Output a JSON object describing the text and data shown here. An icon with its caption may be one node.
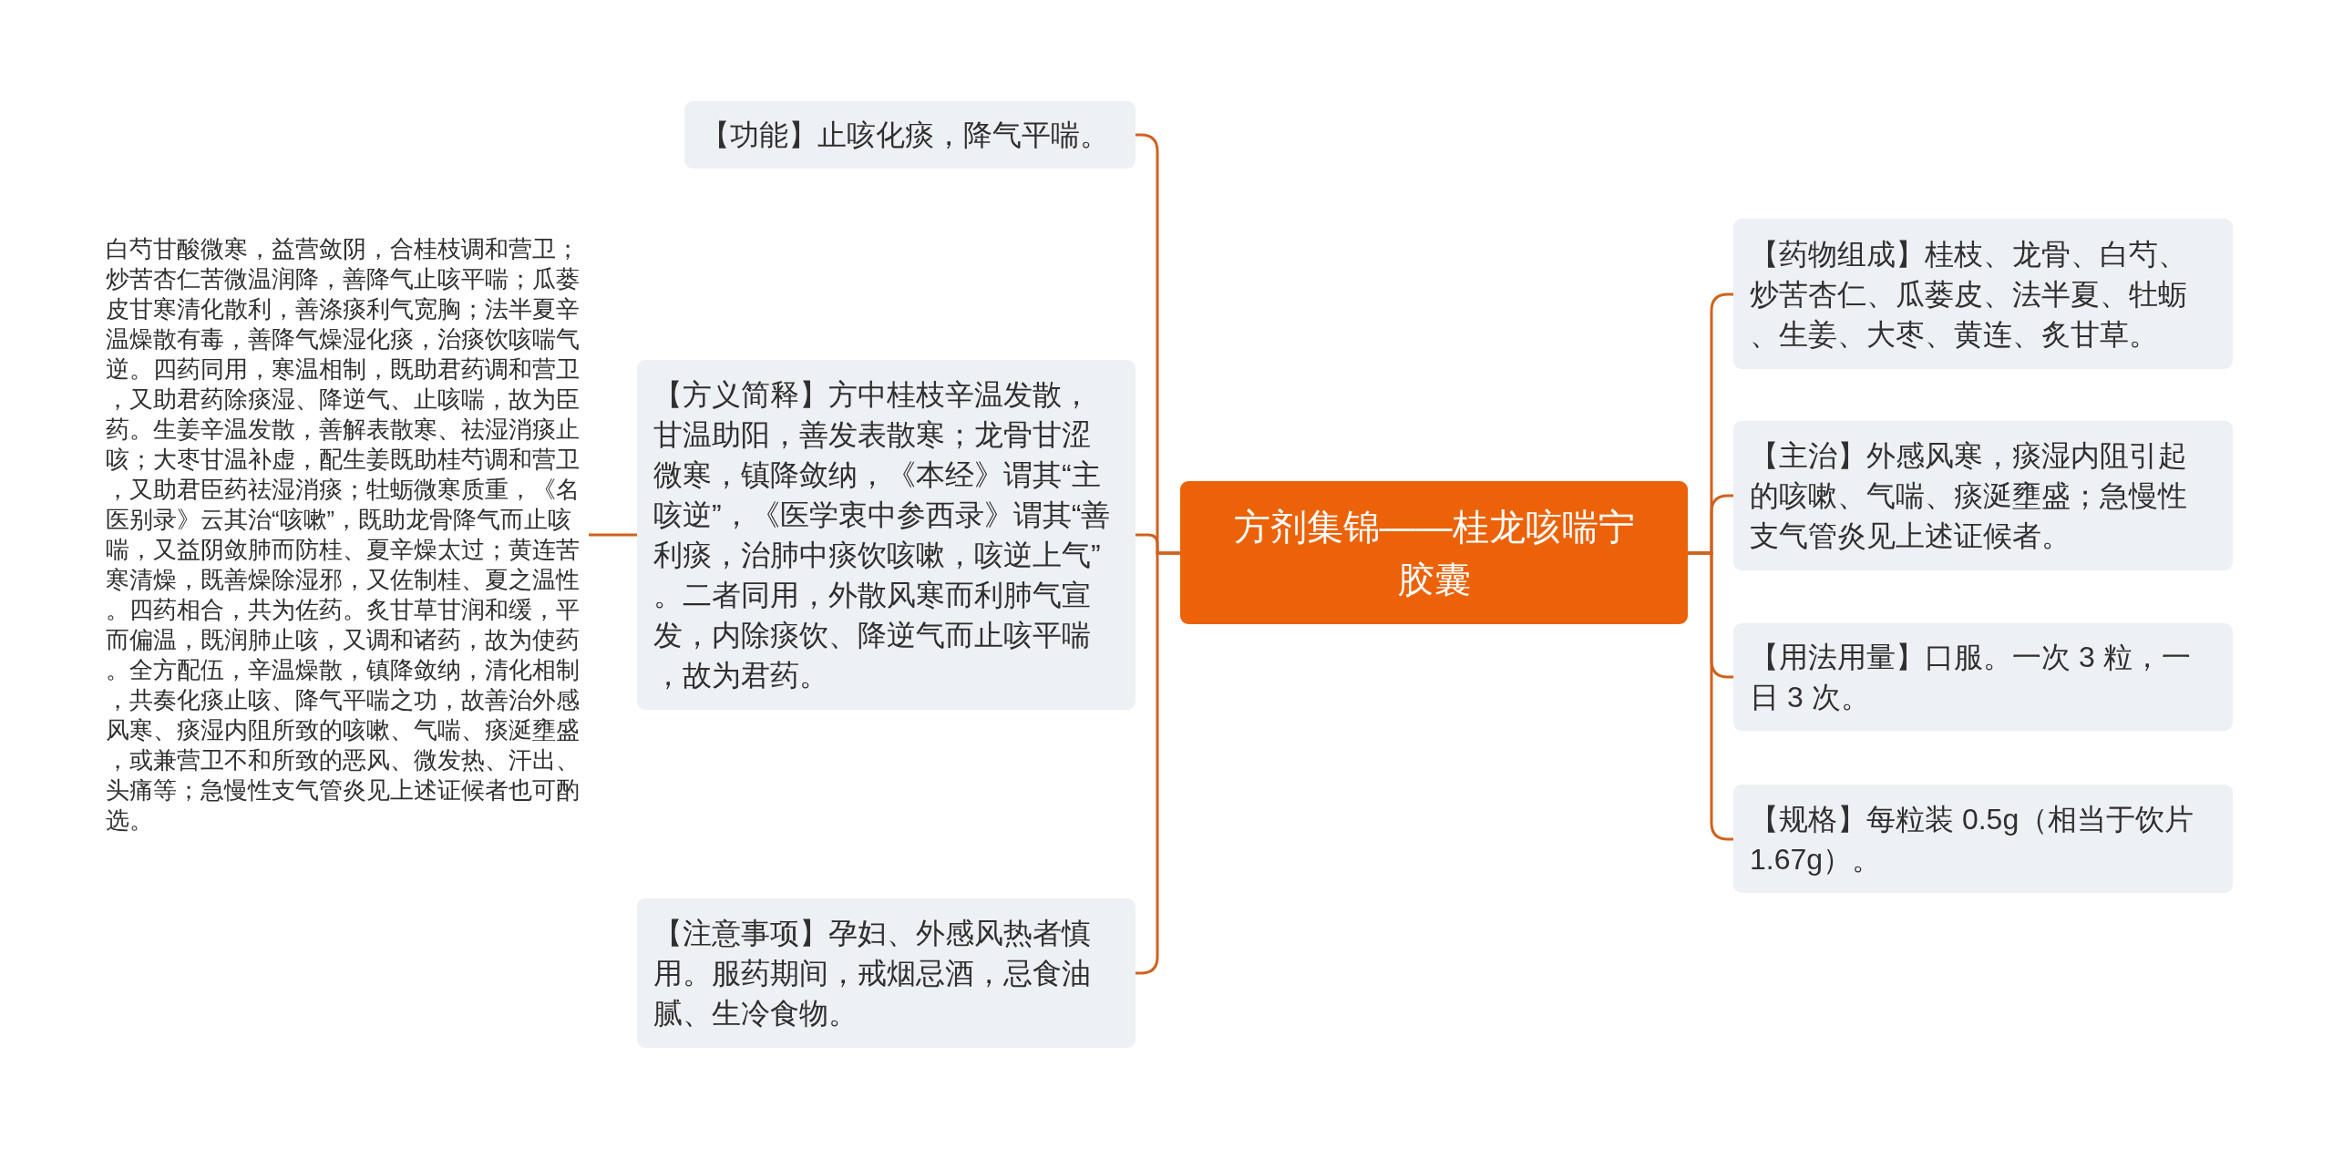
{
  "diagram": {
    "nodes": [
      {
        "text": [
          "方剂集锦——桂龙咳喘宁胶囊"
        ]
      },
      {
        "text": [
          "【功能】止咳化痰，降气平喘。"
        ]
      },
      {
        "text": [
          "【方义简释】方中桂枝辛温发散，甘温助阳，善发表散寒；龙骨甘涩微寒，镇降敛纳，《本经》谓其“主咳逆”，《医学衷中参西录》谓其“善利痰，治肺中痰饮咳嗽，咳逆上气”。二者同用，外散风寒而利肺气宣发，内除痰饮、降逆气而止咳平喘，故为君药。"
        ]
      },
      {
        "text": [
          "白芍甘酸微寒，益营敛阴，合桂枝调和营卫；炒苦杏仁苦微温润降，善降气止咳平喘；瓜蒌皮甘寒清化散利，善涤痰利气宽胸；法半夏辛温燥散有毒，善降气燥湿化痰，治痰饮咳喘气逆。四药同用，寒温相制，既助君药调和营卫，又助君药除痰湿、降逆气、止咳喘，故为臣药。生姜辛温发散，善解表散寒、祛湿消痰止咳；大枣甘温补虚，配生姜既助桂芍调和营卫，又助君臣药祛湿消痰；牡蛎微寒质重，《名医别录》云其治“咳嗽”，既助龙骨降气而止咳喘，又益阴敛肺而防桂、夏辛燥太过；黄连苦寒清燥，既善燥除湿邪，又佐制桂、夏之温性。四药相合，共为佐药。炙甘草甘润和缓，平而偏温，既润肺止咳，又调和诸药，故为使药。全方配伍，辛温燥散，镇降敛纳，清化相制，共奏化痰止咳、降气平喘之功，故善治外感风寒、痰湿内阻所致的咳嗽、气喘、痰涎壅盛，或兼营卫不和所致的恶风、微发热、汗出、头痛等；急慢性支气管炎见上述证候者也可酌选。"
        ]
      },
      {
        "text": [
          "【注意事项】孕妇、外感风热者慎用。服药期间，戒烟忌酒，忌食油腻、生冷食物。"
        ]
      },
      {
        "text": [
          "【药物组成】桂枝、龙骨、白芍、炒苦杏仁、瓜蒌皮、法半夏、牡蛎、生姜、大枣、黄连、炙甘草。"
        ]
      },
      {
        "text": [
          "【主治】外感风寒，痰湿内阻引起的咳嗽、气喘、痰涎壅盛；急慢性支气管炎见上述证候者。"
        ]
      },
      {
        "text": [
          "【用法用量】口服。一次 3 粒，一日 3 次。"
        ]
      },
      {
        "text": [
          "【规格】每粒装 0.5g（相当于饮片 1.67g）。"
        ]
      }
    ],
    "edges": [
      {
        "from": 0,
        "to": 1,
        "arrow": "none"
      },
      {
        "from": 0,
        "to": 2,
        "arrow": "none"
      },
      {
        "from": 2,
        "to": 3,
        "arrow": "none"
      },
      {
        "from": 0,
        "to": 4,
        "arrow": "none"
      },
      {
        "from": 0,
        "to": 5,
        "arrow": "none"
      },
      {
        "from": 0,
        "to": 6,
        "arrow": "none"
      },
      {
        "from": 0,
        "to": 7,
        "arrow": "none"
      },
      {
        "from": 0,
        "to": 8,
        "arrow": "none"
      }
    ]
  }
}
